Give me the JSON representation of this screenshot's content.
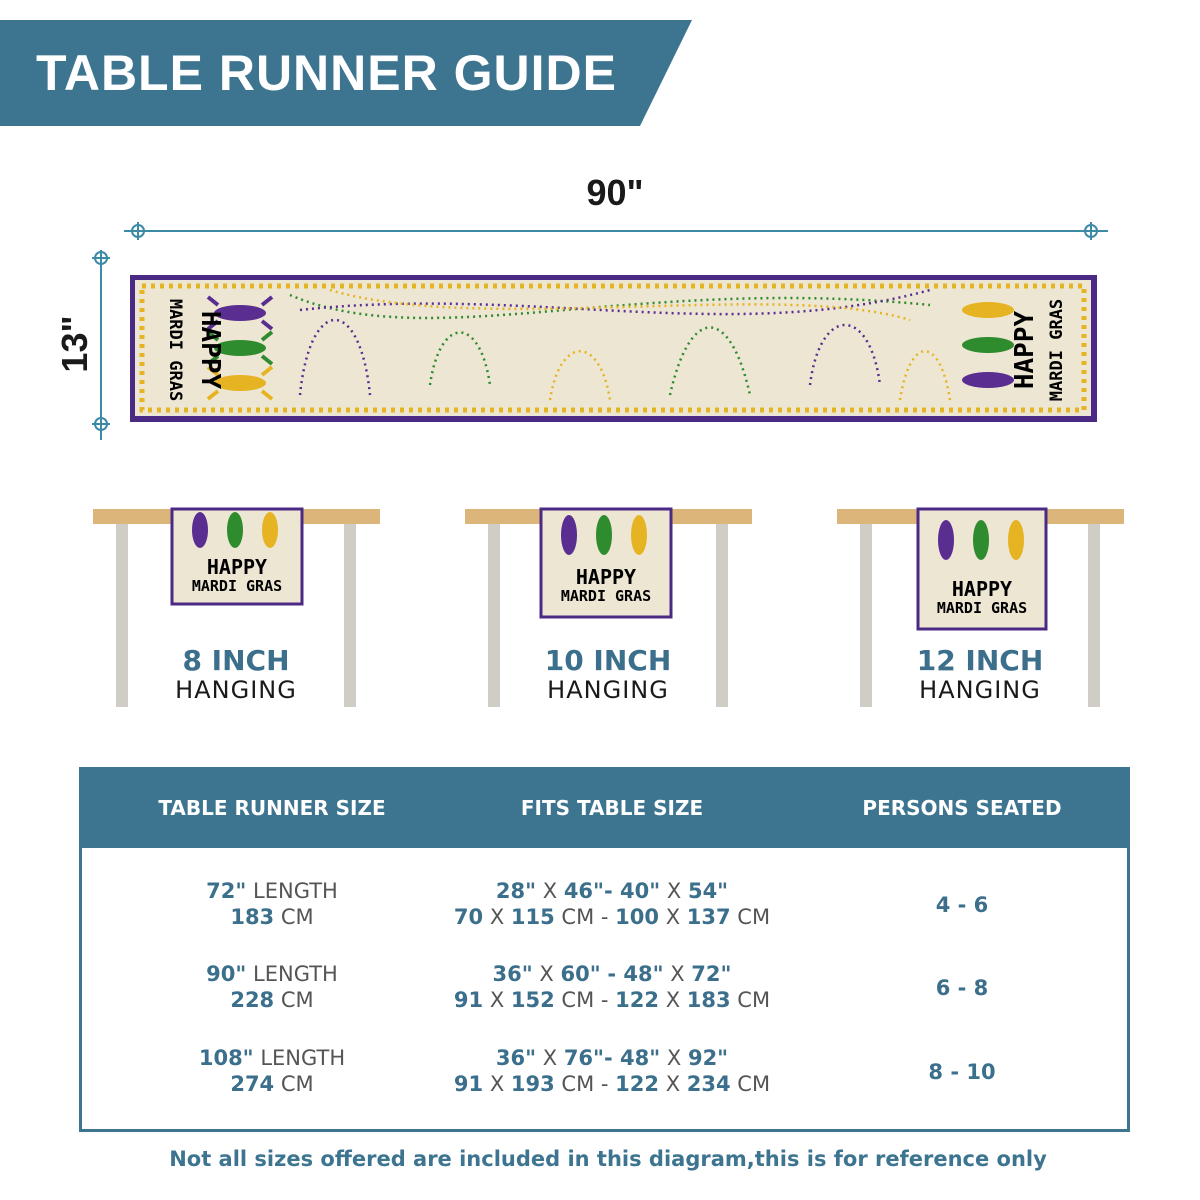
{
  "header": {
    "title": "TABLE RUNNER GUIDE",
    "color": "#3d7590"
  },
  "dimensions": {
    "width_label": "90\"",
    "height_label": "13\""
  },
  "runner": {
    "text_happy": "HAPPY",
    "text_mardi": "MARDI GRAS",
    "colors": {
      "border": "#4b2a86",
      "linen": "#ece6d3",
      "green": "#2e8b2e",
      "purple": "#5a2d91",
      "gold": "#e6b422"
    },
    "icons": [
      "crawfish-purple-icon",
      "crawfish-green-icon",
      "crawfish-gold-icon",
      "bead-necklace-icon"
    ]
  },
  "hanging": [
    {
      "inches": "8 INCH",
      "word": "HANGING"
    },
    {
      "inches": "10 INCH",
      "word": "HANGING"
    },
    {
      "inches": "12 INCH",
      "word": "HANGING"
    }
  ],
  "table": {
    "headers": [
      "TABLE RUNNER SIZE",
      "FITS TABLE SIZE",
      "PERSONS SEATED"
    ],
    "rows": [
      {
        "size_in": "72\"",
        "size_word": "LENGTH",
        "size_cm": "183",
        "cm": "CM",
        "fit_1": [
          "28\"",
          "X",
          "46\"",
          "- 40\"",
          "X",
          "54\""
        ],
        "fit_2": [
          "70",
          "X",
          "115",
          "CM -",
          "100",
          "X",
          "137",
          "CM"
        ],
        "persons": "4 - 6"
      },
      {
        "size_in": "90\"",
        "size_word": "LENGTH",
        "size_cm": "228",
        "cm": "CM",
        "fit_1": [
          "36\"",
          "X",
          "60\"",
          "- 48\"",
          "X",
          "72\""
        ],
        "fit_2": [
          "91",
          "X",
          "152",
          "CM -",
          "122",
          "X",
          "183",
          "CM"
        ],
        "persons": "6 - 8"
      },
      {
        "size_in": "108\"",
        "size_word": "LENGTH",
        "size_cm": "274",
        "cm": "CM",
        "fit_1": [
          "36\"",
          "X",
          "76\"",
          "- 48\"",
          "X",
          "92\""
        ],
        "fit_2": [
          "91",
          "X",
          "193",
          "CM -",
          "122",
          "X",
          "234",
          "CM"
        ],
        "persons": "8 - 10"
      }
    ]
  },
  "footnote": "Not all sizes offered are included in this diagram,this is for reference only"
}
